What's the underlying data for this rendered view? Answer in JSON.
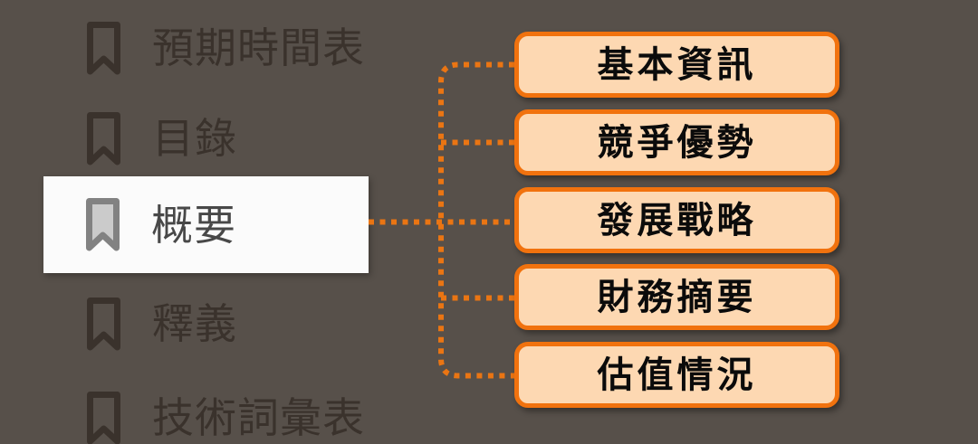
{
  "colors": {
    "background": "#57504A",
    "sidebar_dim": "#3A322C",
    "highlight_bg": "#FBFBFB",
    "highlight_text": "#484848",
    "bookmark_active_stroke": "#828282",
    "bookmark_active_fill": "#CBCBCB",
    "connector": "#EA7513",
    "node_border": "#F1720E",
    "node_fill": "#FDD8B2",
    "node_text": "#0B0B0B"
  },
  "sidebar": {
    "items": [
      {
        "label": "預期時間表",
        "active": false
      },
      {
        "label": "目錄",
        "active": false
      },
      {
        "label": "概要",
        "active": true
      },
      {
        "label": "釋義",
        "active": false
      },
      {
        "label": "技術詞彙表",
        "active": false
      }
    ]
  },
  "nodes": [
    {
      "label": "基本資訊"
    },
    {
      "label": "競爭優勢"
    },
    {
      "label": "發展戰略"
    },
    {
      "label": "財務摘要"
    },
    {
      "label": "估值情況"
    }
  ]
}
